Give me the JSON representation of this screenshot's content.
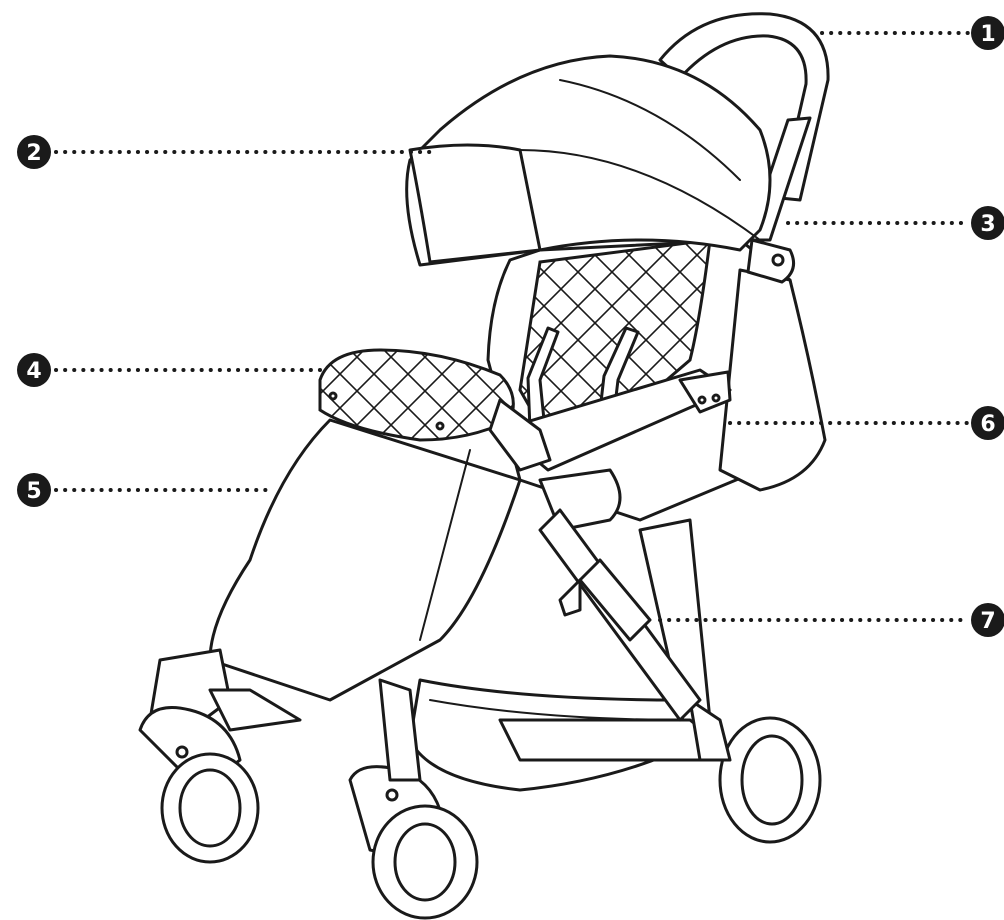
{
  "figure": {
    "subject": "stroller-line-drawing",
    "stroke_color": "#1a1a1a",
    "background": "#ffffff"
  },
  "callouts": [
    {
      "id": "1",
      "label": "1"
    },
    {
      "id": "2",
      "label": "2"
    },
    {
      "id": "3",
      "label": "3"
    },
    {
      "id": "4",
      "label": "4"
    },
    {
      "id": "5",
      "label": "5"
    },
    {
      "id": "6",
      "label": "6"
    },
    {
      "id": "7",
      "label": "7"
    }
  ]
}
